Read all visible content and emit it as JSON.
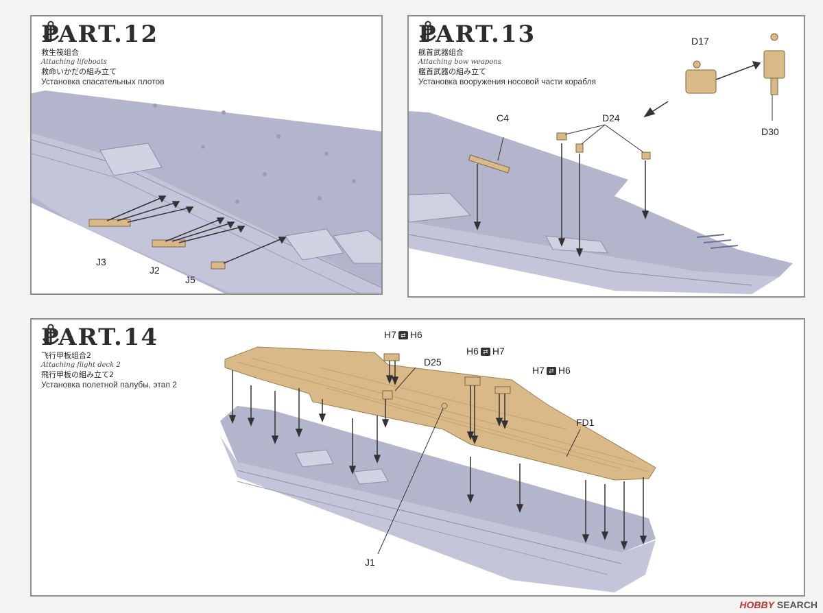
{
  "parts": [
    {
      "id": "p12",
      "title": "PART.12",
      "cn": "救生筏组合",
      "en": "Attaching lifeboats",
      "jp": "救命いかだの組み立て",
      "ru": "Установка спасательных плотов",
      "labels": [
        "J3",
        "J2",
        "J5"
      ]
    },
    {
      "id": "p13",
      "title": "PART.13",
      "cn": "舰首武器组合",
      "en": "Attaching bow weapons",
      "jp": "艦首武器の組み立て",
      "ru": "Установка вооружения носовой части корабля",
      "labels": [
        "D17",
        "D30",
        "C4",
        "D24"
      ]
    },
    {
      "id": "p14",
      "title": "PART.14",
      "cn": "飞行甲板组合2",
      "en": "Attaching flight deck 2",
      "jp": "飛行甲板の組み立て2",
      "ru": "Установка полетной палубы, этап 2",
      "labels": [
        "H7",
        "H6",
        "H6",
        "H7",
        "H7",
        "H6",
        "D25",
        "FD1",
        "J1"
      ]
    }
  ],
  "watermark": {
    "logo": "HOBBY",
    "text": "SEARCH"
  },
  "colors": {
    "hull": "#bfc0d6",
    "deck": "#adafc8",
    "wood": "#d9b987",
    "frame": "#8e8e8e"
  }
}
